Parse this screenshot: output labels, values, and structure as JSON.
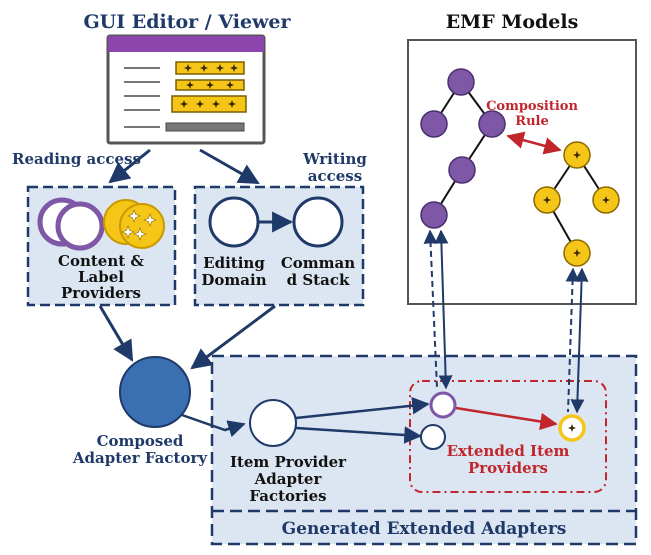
{
  "titles": {
    "gui": "GUI Editor / Viewer",
    "emf": "EMF Models"
  },
  "access": {
    "reading": "Reading access",
    "writing_line1": "Writing",
    "writing_line2": "access"
  },
  "providers": {
    "line1": "Content &",
    "line2": "Label",
    "line3": "Providers"
  },
  "editing": {
    "line1": "Editing",
    "line2": "Domain"
  },
  "command": {
    "line1": "Comman",
    "line2": "d Stack"
  },
  "composed": {
    "line1": "Composed",
    "line2": "Adapter Factory"
  },
  "item_provider": {
    "line1": "Item Provider",
    "line2": "Adapter",
    "line3": "Factories"
  },
  "extended_item": {
    "line1": "Extended Item",
    "line2": "Providers"
  },
  "composition": {
    "line1": "Composition",
    "line2": "Rule"
  },
  "generated": "Generated Extended Adapters",
  "colors": {
    "navy": "#1f3a68",
    "panel": "#dce6f2",
    "purple": "#7e57a6",
    "yellow": "#f5c518",
    "red": "#c0262c",
    "composed": "#3a6fb2",
    "window_bar": "#8e44ad"
  }
}
